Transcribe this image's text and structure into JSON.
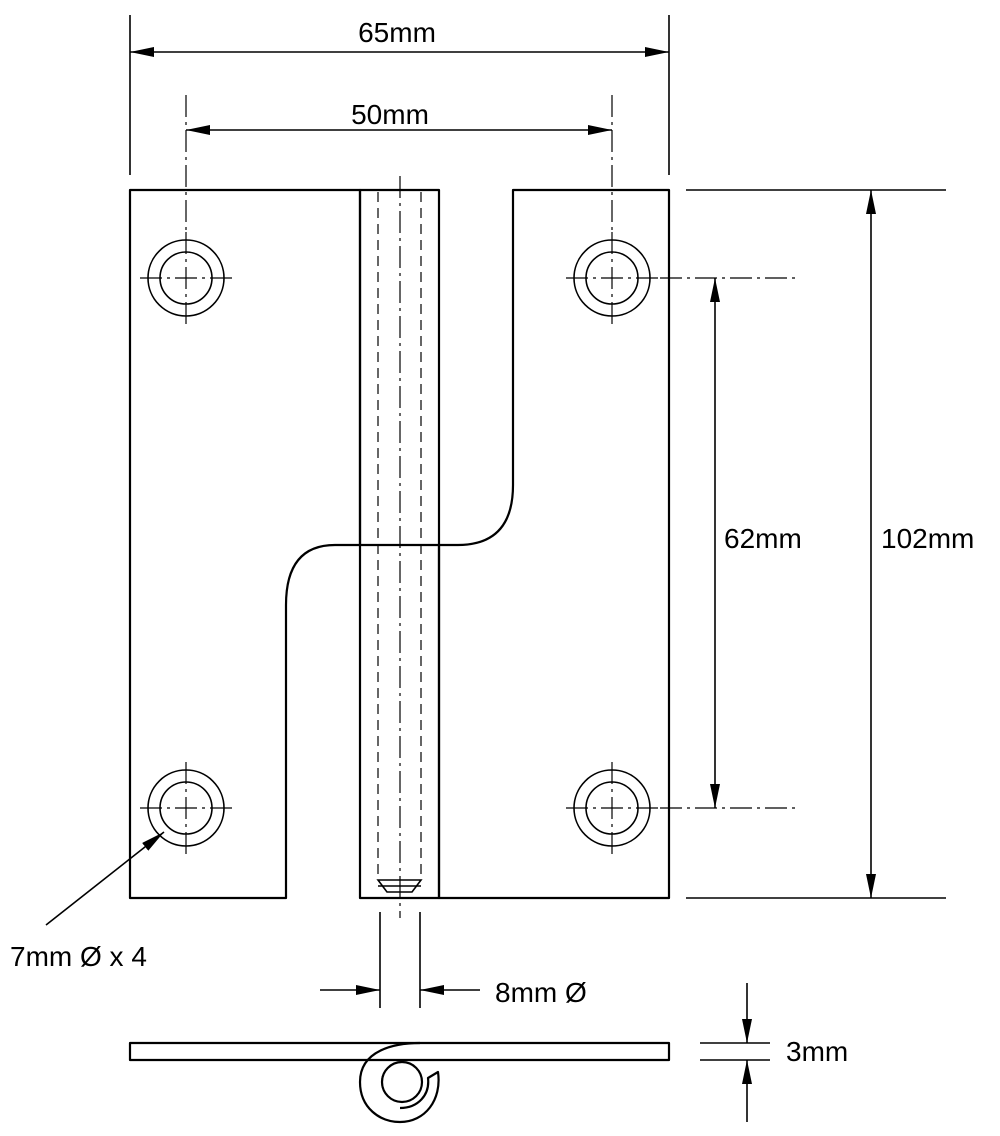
{
  "dimensions": {
    "overall_width": "65mm",
    "hole_spacing_width": "50mm",
    "hole_spacing_height": "62mm",
    "overall_height": "102mm",
    "hole_diameter": "7mm Ø x 4",
    "pin_diameter": "8mm Ø",
    "thickness": "3mm"
  }
}
